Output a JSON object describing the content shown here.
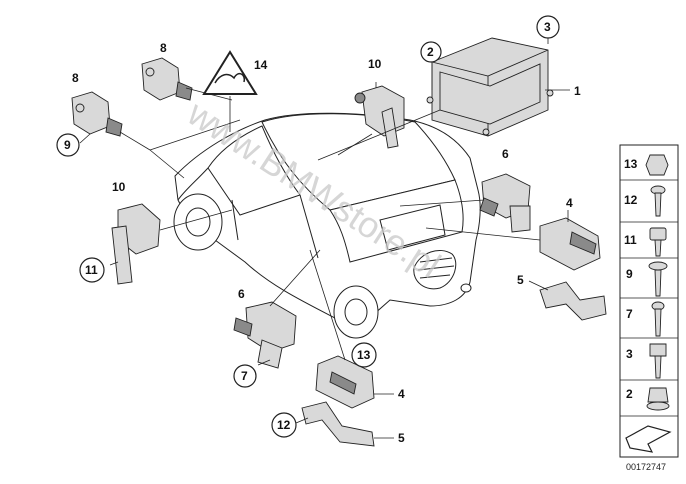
{
  "watermark": "www.BMWstore.pl",
  "diagram_id": "00172747",
  "callouts": {
    "c1": "1",
    "c2": "2",
    "c3": "3",
    "c4a": "4",
    "c4b": "4",
    "c5a": "5",
    "c5b": "5",
    "c6a": "6",
    "c6b": "6",
    "c7": "7",
    "c8a": "8",
    "c8b": "8",
    "c9": "9",
    "c10a": "10",
    "c10b": "10",
    "c11": "11",
    "c12": "12",
    "c13": "13",
    "c14": "14"
  },
  "hardware_legend": [
    "13",
    "12",
    "11",
    "9",
    "7",
    "3",
    "2"
  ]
}
